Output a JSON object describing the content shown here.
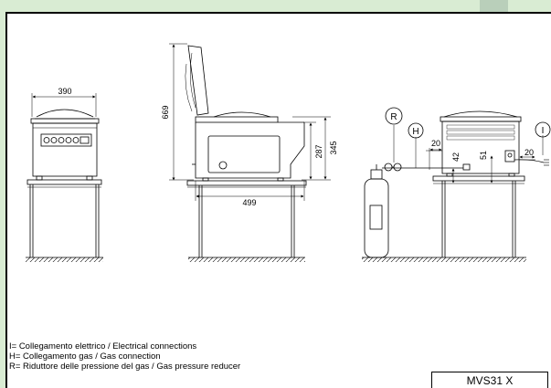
{
  "dimensions": {
    "front_width": "390",
    "lid_open_height": "669",
    "side_height": "345",
    "side_inner_height": "287",
    "side_depth": "499",
    "back_h_offset": "20",
    "back_gas_height": "42",
    "back_elec_height": "51",
    "back_i_offset": "20"
  },
  "callouts": {
    "r": "R",
    "h": "H",
    "i": "I"
  },
  "legend": {
    "line1": "I=   Collegamento elettrico / Electrical connections",
    "line2": "H= Collegamento gas / Gas connection",
    "line3": "R= Riduttore delle pressione del gas / Gas pressure reducer"
  },
  "title_block": {
    "model": "MVS31 X"
  },
  "colors": {
    "frame": "#d9ecd3",
    "frame_corner": "#b9cfba",
    "line": "#000000"
  }
}
